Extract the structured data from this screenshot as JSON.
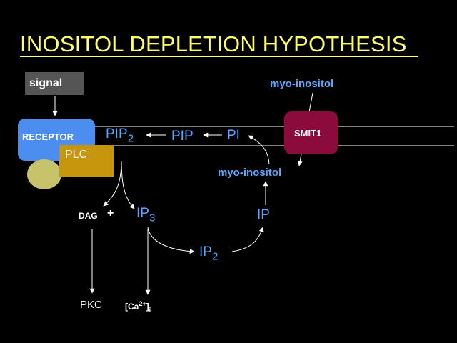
{
  "title": "INOSITOL DEPLETION HYPOTHESIS",
  "colors": {
    "background": "#000000",
    "title": "#ffff66",
    "label_blue": "#5aa8ff",
    "receptor": "#4c8ef0",
    "plc": "#c8960c",
    "plc_oval": "#c6c36a",
    "smit1": "#8a0b3c",
    "signal": "#555555"
  },
  "nodes": {
    "signal": "signal",
    "receptor": "RECEPTOR",
    "plc": "PLC",
    "smit1": "SMIT1",
    "pip2": {
      "base": "PIP",
      "sub": "2"
    },
    "pip": "PIP",
    "pi": "PI",
    "myo_inositol_outside": "myo-inositol",
    "myo_inositol_inside": "myo-inositol",
    "ip": "IP",
    "ip3": {
      "base": "IP",
      "sub": "3"
    },
    "ip2": {
      "base": "IP",
      "sub": "2"
    },
    "dag": "DAG",
    "plus": "+",
    "pkc": "PKC",
    "calcium": {
      "open": "[Ca",
      "sup": "2+",
      "close": "]",
      "sub": "i"
    }
  }
}
